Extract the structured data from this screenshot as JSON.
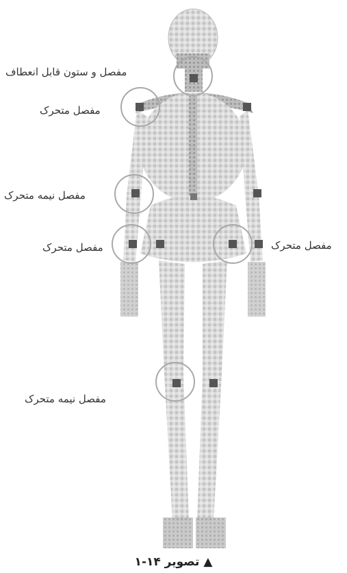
{
  "labels": {
    "neck": "مفصل و ستون قابل انعطاف",
    "shoulder": "مفصل متحرک",
    "elbow": "مفصل نیمه متحرک",
    "wrist": "مفصل متحرک",
    "hip": "مفصل متحرک",
    "knee": "مفصل نیمه متحرک"
  },
  "caption": "▲ تصویر ۱۴-۱",
  "colors": {
    "bone": "#d6d6d6",
    "bone_dark": "#9a9a9a",
    "joint": "#6e6e6e",
    "circle": "#a8a8a8"
  }
}
